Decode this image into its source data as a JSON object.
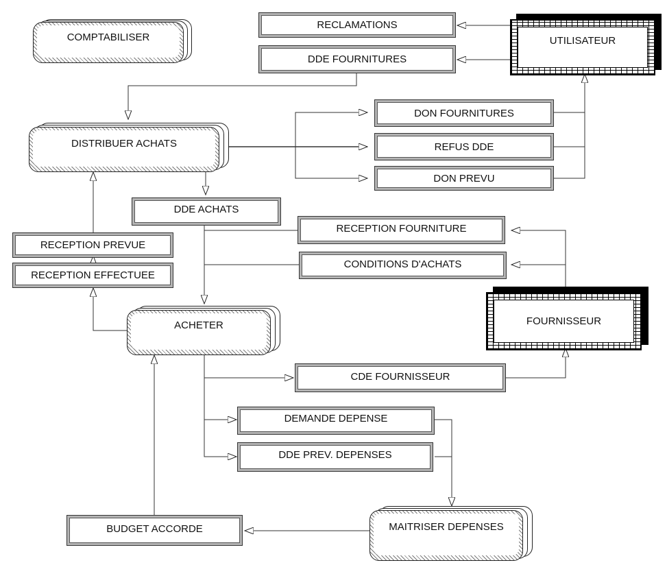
{
  "diagram": {
    "processes": {
      "comptabiliser": "COMPTABILISER",
      "distribuer_achats": "DISTRIBUER ACHATS",
      "acheter": "ACHETER",
      "maitriser_depenses": "MAITRISER DEPENSES"
    },
    "actors": {
      "utilisateur": "UTILISATEUR",
      "fournisseur": "FOURNISSEUR"
    },
    "flows": {
      "reclamations": "RECLAMATIONS",
      "dde_fournitures": "DDE FOURNITURES",
      "don_fournitures": "DON FOURNITURES",
      "refus_dde": "REFUS DDE",
      "don_prevu": "DON PREVU",
      "dde_achats": "DDE ACHATS",
      "reception_fourniture": "RECEPTION FOURNITURE",
      "conditions_achats": "CONDITIONS D'ACHATS",
      "reception_prevue": "RECEPTION PREVUE",
      "reception_effectuee": "RECEPTION EFFECTUEE",
      "cde_fournisseur": "CDE FOURNISSEUR",
      "demande_depense": "DEMANDE DEPENSE",
      "dde_prev_depenses": "DDE PREV. DEPENSES",
      "budget_accorde": "BUDGET ACCORDE"
    }
  }
}
